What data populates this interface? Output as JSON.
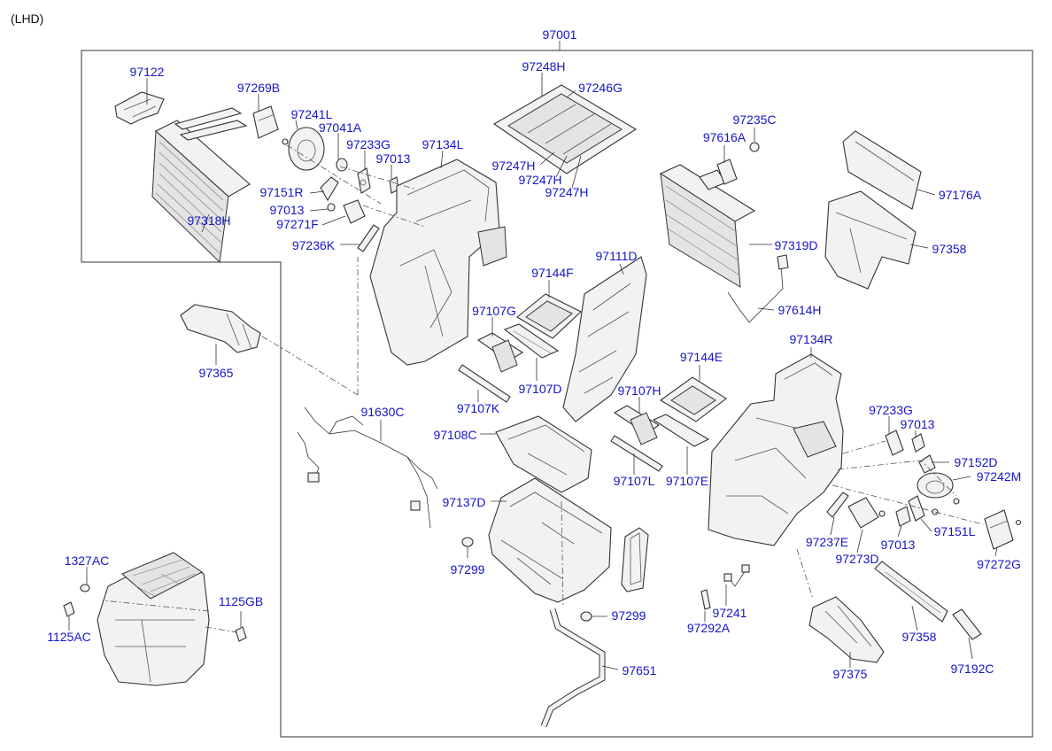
{
  "header": {
    "orientation": "(LHD)"
  },
  "labels": {
    "p97001": "97001",
    "p97122": "97122",
    "p97269B": "97269B",
    "p97241L": "97241L",
    "p97041A": "97041A",
    "p97233G_top": "97233G",
    "p97134L": "97134L",
    "p97013_a": "97013",
    "p97248H": "97248H",
    "p97246G": "97246G",
    "p97247H_a": "97247H",
    "p97247H_b": "97247H",
    "p97247H_c": "97247H",
    "p97235C": "97235C",
    "p97616A": "97616A",
    "p97176A": "97176A",
    "p97318H": "97318H",
    "p97151R": "97151R",
    "p97013_b": "97013",
    "p97271F": "97271F",
    "p97236K": "97236K",
    "p97319D": "97319D",
    "p97358_a": "97358",
    "p97111D": "97111D",
    "p97144F": "97144F",
    "p97614H": "97614H",
    "p97107G": "97107G",
    "p97134R": "97134R",
    "p97365": "97365",
    "p97107D": "97107D",
    "p97144E": "97144E",
    "p97107K": "97107K",
    "p91630C": "91630C",
    "p97107H": "97107H",
    "p97233G_right": "97233G",
    "p97013_c": "97013",
    "p97108C": "97108C",
    "p97152D": "97152D",
    "p97242M": "97242M",
    "p97107L": "97107L",
    "p97107E": "97107E",
    "p97137D": "97137D",
    "p97237E": "97237E",
    "p97013_d": "97013",
    "p97151L": "97151L",
    "p97273D": "97273D",
    "p97272G": "97272G",
    "p1327AC": "1327AC",
    "p97299_a": "97299",
    "p1125GB": "1125GB",
    "p97241": "97241",
    "p97292A": "97292A",
    "p97299_b": "97299",
    "p1125AC": "1125AC",
    "p97358_b": "97358",
    "p97651": "97651",
    "p97375": "97375",
    "p97192C": "97192C"
  },
  "colors": {
    "label": "#1515c8",
    "line": "#333333",
    "background": "#ffffff"
  }
}
